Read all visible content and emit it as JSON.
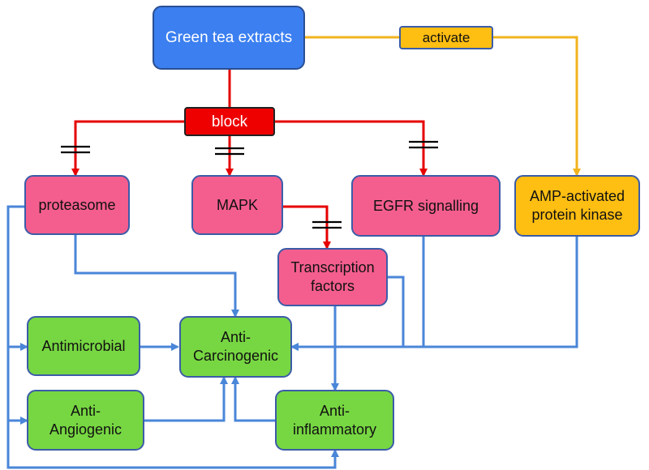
{
  "nodes": {
    "green_tea": "Green tea extracts",
    "activate": "activate",
    "block": "block",
    "proteasome": "proteasome",
    "mapk": "MAPK",
    "egfr": "EGFR signalling",
    "ampk_line1": "AMP-activated",
    "ampk_line2": "protein kinase",
    "tf_line1": "Transcription",
    "tf_line2": "factors",
    "antimicrobial": "Antimicrobial",
    "anticarcinogenic_line1": "Anti-",
    "anticarcinogenic_line2": "Carcinogenic",
    "antiangiogenic_line1": "Anti-",
    "antiangiogenic_line2": "Angiogenic",
    "antiinflammatory_line1": "Anti-",
    "antiinflammatory_line2": "inflammatory"
  },
  "colors": {
    "blue_node": "#3b7ff0",
    "pink_node": "#f45e8e",
    "green_node": "#77d742",
    "orange_node": "#ffbe12",
    "block_red": "#ee0000",
    "edge_red": "#e60000",
    "edge_orange": "#f0b41e",
    "edge_blue": "#4a86d8",
    "inhibition_mark": "#000000"
  }
}
